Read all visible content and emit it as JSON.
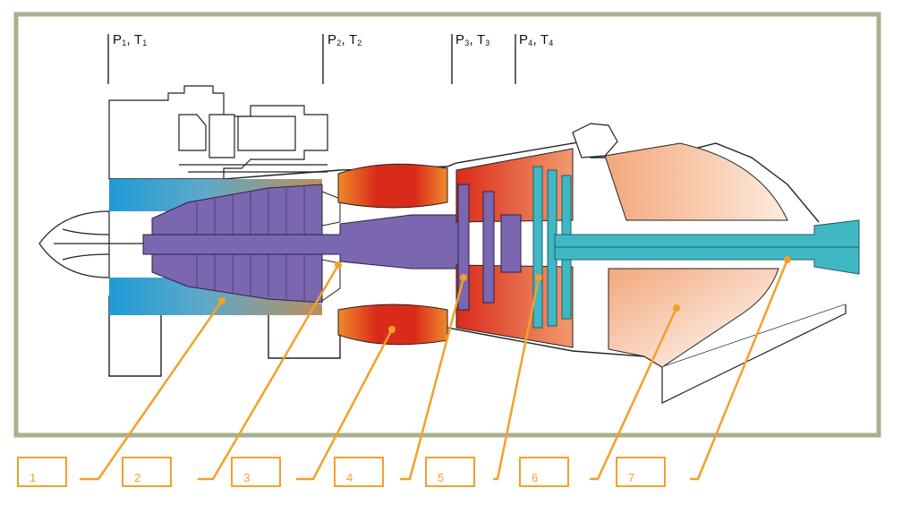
{
  "stations": [
    {
      "p": "P",
      "p_sub": "1",
      "t": "T",
      "t_sub": "1"
    },
    {
      "p": "P",
      "p_sub": "2",
      "t": "T",
      "t_sub": "2"
    },
    {
      "p": "P",
      "p_sub": "3",
      "t": "T",
      "t_sub": "3"
    },
    {
      "p": "P",
      "p_sub": "4",
      "t": "T",
      "t_sub": "4"
    }
  ],
  "callouts": [
    "1",
    "2",
    "3",
    "4",
    "5",
    "6",
    "7"
  ],
  "colors": {
    "frame": "#A8B08E",
    "callout": "#F2A129",
    "compressor": "#7B67B0",
    "inlet_blue": "#1E9BD7",
    "shaft_cyan": "#3FB8C4",
    "combustor_red": "#D92B1A",
    "combustor_orange": "#F08A2A",
    "exhaust_peach": "#F6C3A0"
  }
}
